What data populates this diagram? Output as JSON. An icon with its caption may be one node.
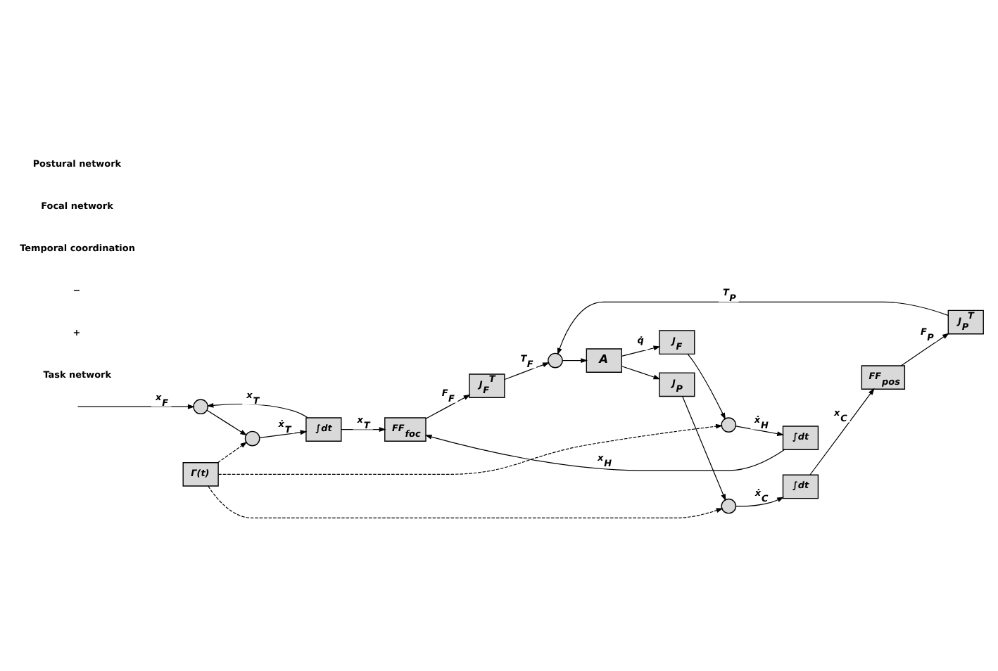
{
  "diagram": {
    "nodes": [
      {
        "text": [],
        "shape": "circle"
      },
      {
        "text": [
          "∫dt"
        ]
      },
      {
        "text": [],
        "shape": "circle"
      },
      {
        "text": [
          "Γ(t)"
        ]
      },
      {
        "text": [
          "∫dt"
        ]
      },
      {
        "text": [],
        "shape": "circle"
      },
      {
        "text": [
          "J$_{F}$"
        ]
      },
      {
        "text": [
          "J$_{P}$"
        ]
      },
      {
        "text": [],
        "shape": "circle"
      },
      {
        "text": [
          "∫dt"
        ]
      },
      {
        "text": [
          "FF$_{foc}$"
        ]
      },
      {
        "text": [
          "A"
        ]
      },
      {
        "text": [
          "FF$_{pos}$"
        ]
      },
      {
        "text": [
          "J$_{F}$$^{T}$"
        ]
      },
      {
        "text": [],
        "shape": "circle"
      },
      {
        "text": [
          "J$_{P}$$^{T}$"
        ]
      }
    ],
    "edges": [
      {
        "from": null,
        "to": 0,
        "arrow": "to",
        "label": "x$_{F}$"
      },
      {
        "from": 0,
        "to": 2,
        "arrow": "to"
      },
      {
        "from": 2,
        "to": 1,
        "arrow": "to",
        "label": "ẋ$_{T}$"
      },
      {
        "from": 1,
        "to": 0,
        "arrow": "to",
        "label": "x$_{T}$"
      },
      {
        "from": 1,
        "to": 10,
        "arrow": "to",
        "label": "x$_{T}$"
      },
      {
        "from": 3,
        "to": 2,
        "arrow": "to",
        "style": "dashed"
      },
      {
        "from": 3,
        "to": 5,
        "arrow": "to",
        "style": "dashed"
      },
      {
        "from": 3,
        "to": 8,
        "arrow": "to",
        "style": "dashed"
      },
      {
        "from": 6,
        "to": 5,
        "arrow": "to"
      },
      {
        "from": 5,
        "to": 4,
        "arrow": "to",
        "label": "ẋ$_{H}$"
      },
      {
        "from": 4,
        "to": 10,
        "arrow": "to",
        "label": "x$_{H}$"
      },
      {
        "from": 11,
        "to": 6,
        "arrow": "to",
        "label": "q̇"
      },
      {
        "from": 11,
        "to": 7,
        "arrow": "to"
      },
      {
        "from": 7,
        "to": 8,
        "arrow": "to"
      },
      {
        "from": 8,
        "to": 9,
        "arrow": "to",
        "label": "ẋ$_{C}$"
      },
      {
        "from": 9,
        "to": 12,
        "arrow": "to",
        "label": "x$_{C}$"
      },
      {
        "from": 10,
        "to": 13,
        "arrow": "to",
        "label": "F$_{F}$"
      },
      {
        "from": 13,
        "to": 14,
        "arrow": "to",
        "label": "T$_{F}$"
      },
      {
        "from": 12,
        "to": 15,
        "arrow": "to",
        "label": "F$_{P}$"
      },
      {
        "from": 15,
        "to": 14,
        "arrow": "to",
        "label": "T$_{P}$"
      },
      {
        "from": 14,
        "to": 11,
        "arrow": "to"
      }
    ],
    "labels": [
      "Task network",
      "+",
      "−",
      "Temporal coordination",
      "Focal network",
      "Postural network"
    ]
  }
}
